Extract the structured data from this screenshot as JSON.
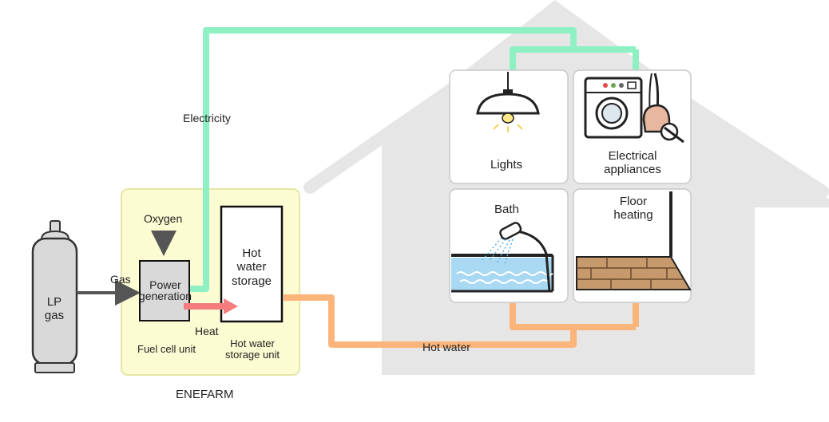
{
  "diagram": {
    "electricity_label": "Electricity",
    "oxygen_label": "Oxygen",
    "gas_label": "Gas",
    "lp_gas_label": "LP\ngas",
    "power_generation_label": "Power\ngeneration",
    "heat_label": "Heat",
    "fuel_cell_unit_label": "Fuel cell unit",
    "hot_water_storage_label": "Hot\nwater\nstorage",
    "hot_water_storage_unit_label": "Hot water\nstorage unit",
    "enefarm_label": "ENEFARM",
    "hot_water_label": "Hot water",
    "lights_label": "Lights",
    "electrical_appliances_label": "Electrical\nappliances",
    "bath_label": "Bath",
    "floor_heating_label": "Floor\nheating"
  },
  "colors": {
    "electricity_line": "#8ff0c4",
    "hot_water_line": "#fbb57a",
    "heat_arrow": "#f47c7c",
    "house": "#e6e6e6",
    "enefarm_box_fill": "#fcfcd2",
    "enefarm_box_border": "#e6e6a8",
    "gas_arrow": "#555555",
    "water": "#a9d8f2",
    "floor": "#c79a6e"
  }
}
